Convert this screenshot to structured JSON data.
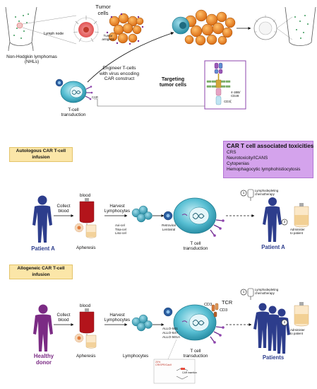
{
  "top": {
    "tumor_cells": "Tumor cells",
    "lymph_node": "Lymph node",
    "tumor_antigens": "Tumor antigens",
    "nhl_line1": "Non-Hodgkin lymphomas",
    "nhl_line2": "(NHLs)",
    "engineer_line1": "Engineer T-cells",
    "engineer_line2": "with virus encoding",
    "engineer_line3": "CAR construct",
    "car_label": "CAR",
    "tcell_transduction_line1": "T-cell",
    "tcell_transduction_line2": "transduction",
    "targeting_line1": "Targeting",
    "targeting_line2": "tumor cells",
    "costim_line1": "4-1BB/",
    "costim_line2": "CD28",
    "cd3z": "CD3ζ"
  },
  "autologous": {
    "title_line1": "Autologous CAR T-cell",
    "title_line2": "infusion",
    "collect_line1": "Collect",
    "collect_line2": "blood",
    "blood": "blood",
    "harvest_line1": "Harvest",
    "harvest_line2": "Lymphocytes",
    "products": [
      "Axi-cel",
      "Tisa-cel",
      "Liso-cel"
    ],
    "vector_line1": "Retroviral",
    "vector_line2": "Lentiviral",
    "apheresis": "Apheresis",
    "transduction_line1": "T cell",
    "transduction_line2": "transduction",
    "patient_left": "Patient A",
    "patient_right": "Patient A",
    "lymphodepleting_line1": "Lymphodepleting",
    "lymphodepleting_line2": "chemotherapy",
    "administer_line1": "Administer",
    "administer_line2": "to patient",
    "step1": "1",
    "step2": "2"
  },
  "toxicities": {
    "title": "CAR T cell associated toxicities",
    "items": [
      "CRS",
      "Neurotoxicity/ICANS",
      "Cytopenias",
      "Hemophagocytic lymphohistiocytosis"
    ]
  },
  "allogeneic": {
    "title_line1": "Allogeneic CAR T-cell",
    "title_line2": "infusion",
    "collect_line1": "Collect",
    "collect_line2": "blood",
    "blood": "blood",
    "harvest_line1": "Harvest",
    "harvest_line2": "Lymphocytes",
    "products": [
      "ALLO-501",
      "ALLO-647",
      "ALLO-501A"
    ],
    "apheresis": "Apheresis",
    "lymphocytes": "Lymphocytes",
    "transduction_line1": "T cell",
    "transduction_line2": "transduction",
    "donor_line1": "Healthy",
    "donor_line2": "donor",
    "patients": "Patients",
    "tcr": "TCR",
    "cd3_a": "CD3",
    "cd3_b": "CD3",
    "crispr_line1": "20%",
    "crispr_line2": "CRISPR/Cas9",
    "cart_insertion": "CAR insertion",
    "lymphodepleting_line1": "Lymphodepleting",
    "lymphodepleting_line2": "chemotherapy",
    "administer_line1": "Administer",
    "administer_line2": "to patient",
    "step1": "1",
    "step2": "2"
  },
  "colors": {
    "patient_blue": "#2d3d8c",
    "donor_purple": "#7b2b84",
    "cell_teal": "#4ab4c9",
    "tumor_orange": "#f08a24",
    "yellow_box": "#fbe6a8",
    "purple_box": "#d4a3ec",
    "blood_red": "#b3141b"
  }
}
